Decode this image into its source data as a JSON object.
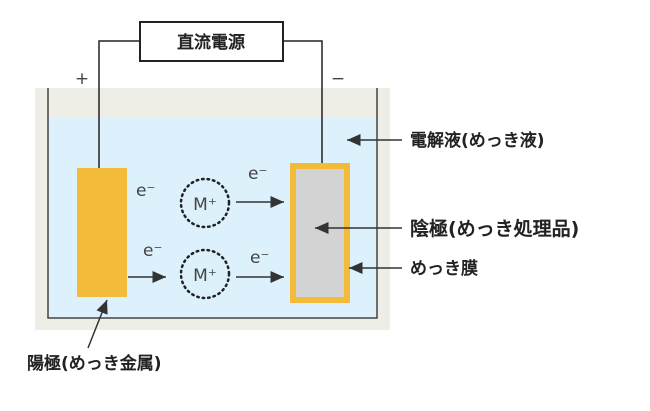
{
  "power_supply": {
    "label": "直流電源"
  },
  "polarity": {
    "plus": "+",
    "minus": "−"
  },
  "labels": {
    "electrolyte": "電解液(めっき液)",
    "cathode": "陰極(めっき処理品)",
    "plating_film": "めっき膜",
    "anode": "陽極(めっき金属)"
  },
  "particles": {
    "electron": "e⁻",
    "ion": "M⁺"
  },
  "colors": {
    "solution": "#dcf1fb",
    "anode": "#f3bb3a",
    "cathode": "#d3d3d3",
    "film": "#f3bb3a",
    "tank_shadow": "#eeede6"
  }
}
